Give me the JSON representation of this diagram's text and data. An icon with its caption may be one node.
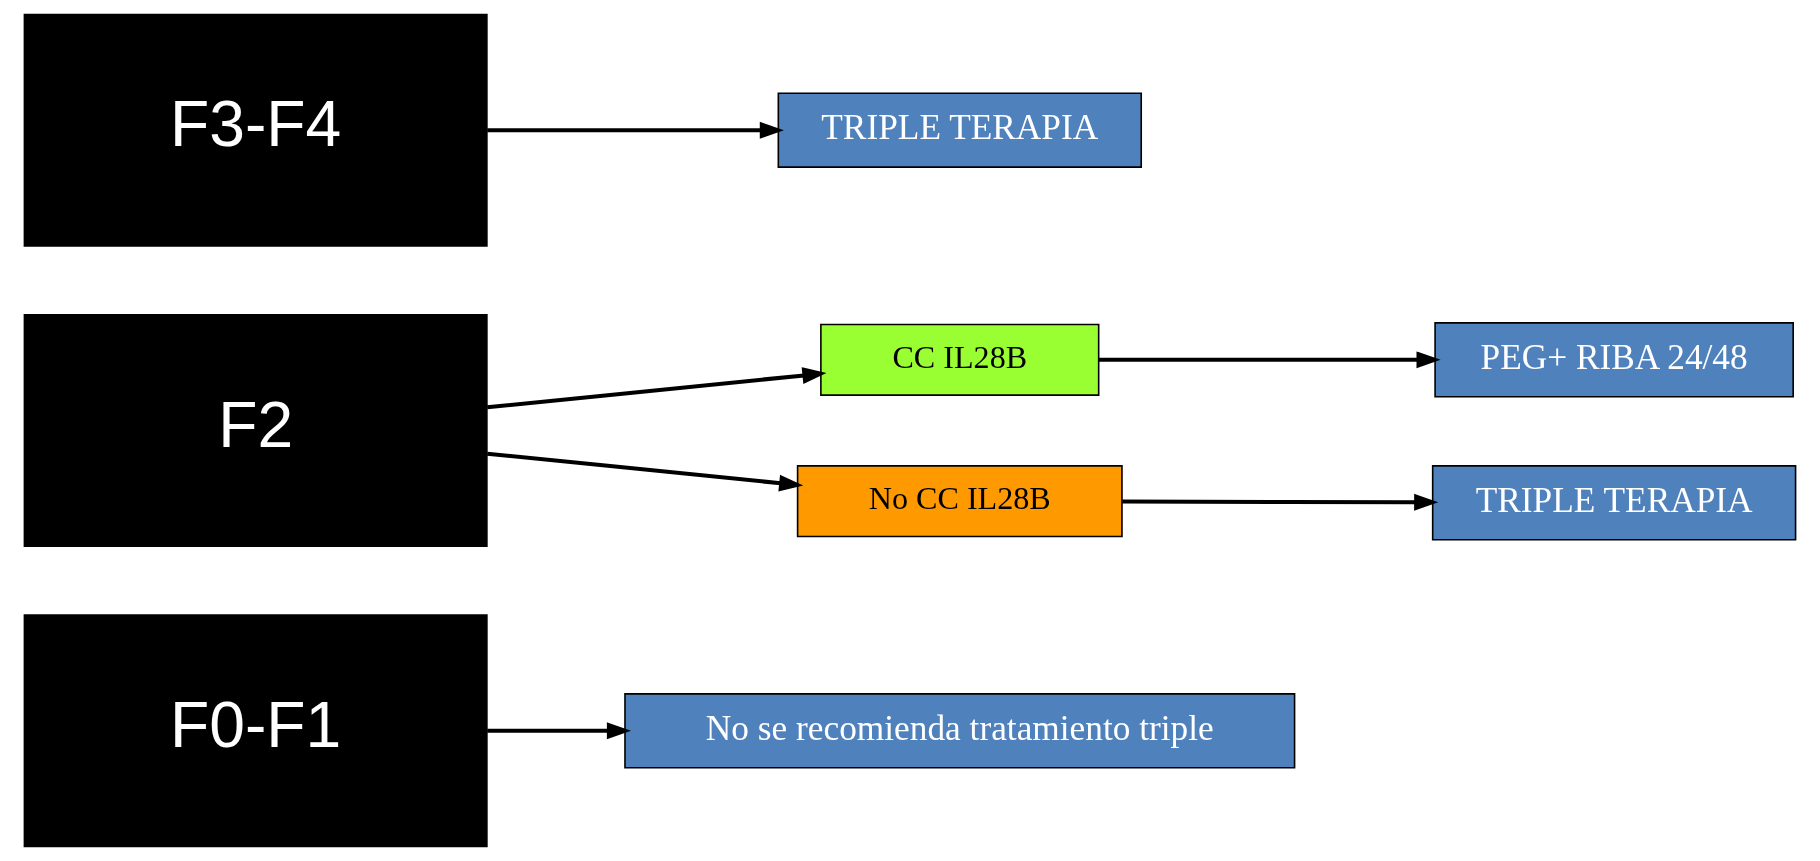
{
  "diagram": {
    "nodes": [
      {
        "text": [
          "F0-F1"
        ]
      },
      {
        "text": [
          "No se recomienda tratamiento triple"
        ]
      },
      {
        "text": [
          "F2"
        ]
      },
      {
        "text": [
          "CC IL28B"
        ]
      },
      {
        "text": [
          "PEG+ RIBA 24/48"
        ]
      },
      {
        "text": [
          "No CC IL28B"
        ]
      },
      {
        "text": [
          "TRIPLE TERAPIA"
        ]
      },
      {
        "text": [
          "F3-F4"
        ]
      },
      {
        "text": [
          "TRIPLE TERAPIA"
        ]
      }
    ],
    "edges": [
      {
        "from": 0,
        "to": 1,
        "arrow": "to"
      },
      {
        "from": 2,
        "to": 3,
        "arrow": "to"
      },
      {
        "from": 2,
        "to": 5,
        "arrow": "to"
      },
      {
        "from": 3,
        "to": 4,
        "arrow": "to"
      },
      {
        "from": 5,
        "to": 6,
        "arrow": "to"
      },
      {
        "from": 7,
        "to": 8,
        "arrow": "to"
      }
    ]
  }
}
